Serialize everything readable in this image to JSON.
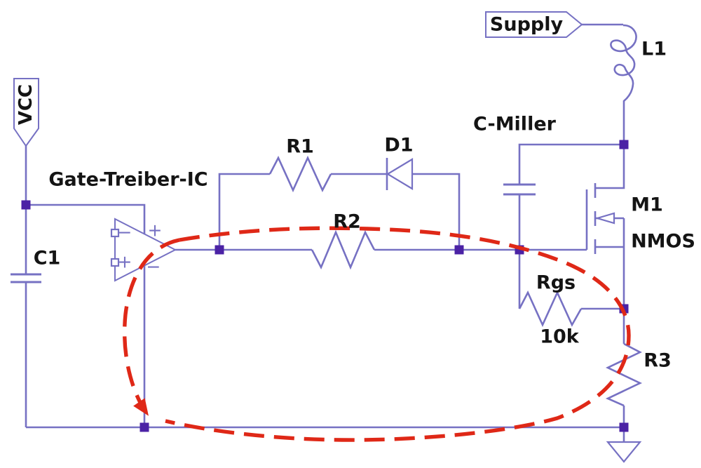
{
  "colors": {
    "wire": "#7671c3",
    "junction": "#4b22a5",
    "annotation": "#df2817",
    "text": "#141414",
    "background": "#ffffff"
  },
  "flags": {
    "supply": "Supply",
    "vcc": "VCC"
  },
  "driver": {
    "label": "Gate-Treiber-IC",
    "input_minus": "−",
    "input_plus": "+",
    "power_plus": "+",
    "power_minus": "−"
  },
  "components": {
    "c1": {
      "name": "C1"
    },
    "r1": {
      "name": "R1"
    },
    "d1": {
      "name": "D1"
    },
    "r2": {
      "name": "R2"
    },
    "c_miller": {
      "name": "C-Miller"
    },
    "l1": {
      "name": "L1"
    },
    "m1": {
      "name": "M1",
      "type": "NMOS"
    },
    "rgs": {
      "name": "Rgs",
      "value": "10k"
    },
    "r3": {
      "name": "R3"
    }
  }
}
